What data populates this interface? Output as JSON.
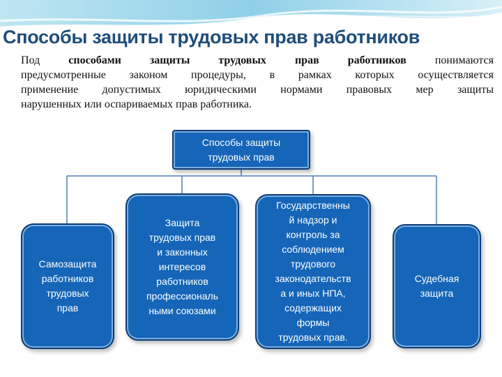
{
  "slide": {
    "title": "Способы защиты трудовых прав работников",
    "intro_lines": [
      {
        "text": "Под способами защиты трудовых прав работников понимаются"
      },
      {
        "text": "предусмотренные законом процедуры, в рамках которых осуществляется"
      },
      {
        "text": "применение допустимых юридическими нормами правовых мер защиты"
      },
      {
        "text": "нарушенных или оспариваемых прав работника."
      }
    ],
    "intro_parts": {
      "word_pod": "Под",
      "bold_phrase": "способами защиты трудовых прав работников",
      "word_after": "понимаются"
    }
  },
  "diagram": {
    "root": "Способы защиты\nтрудовых прав",
    "children": [
      "Самозащита\nработников\nтрудовых\nправ",
      "Защита\nтрудовых прав\nи законных\nинтересов\nработников\nпрофессиональ\nными союзами",
      "Государственны\nй надзор и\nконтроль за\nсоблюдением\nтрудового\nзаконодательств\nа и иных НПА,\nсодержащих\nформы\nтрудовых прав.",
      "Судебная\nзащита"
    ]
  },
  "colors": {
    "title": "#1f4e79",
    "box_fill": "#1565b8",
    "box_border": "#0d3d78",
    "connector": "#4a7fb5"
  }
}
